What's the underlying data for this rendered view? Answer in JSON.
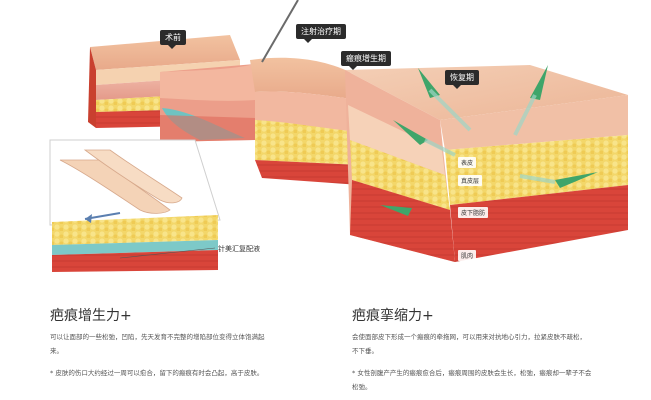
{
  "stage_tags": {
    "preop": "术前",
    "injection": "注射治疗期",
    "scar_growth": "瘢痕增生期",
    "recovery": "恢复期"
  },
  "layer_labels": {
    "epidermis": "表皮",
    "dermis": "真皮层",
    "subcutaneous_fat": "皮下脂肪",
    "muscle": "肌肉"
  },
  "inset_label": "针美汇复配液",
  "left_section": {
    "title": "疤痕增生力+",
    "desc": "可以让面部的一些松弛，凹陷，先天发育不完整的增陷部位变得立体饱满起来。",
    "note": "* 皮肤的伤口大约经过一周可以愈合，留下的瘢痕有时会凸起，高于皮肤。"
  },
  "right_section": {
    "title": "疤痕挛缩力+",
    "desc": "会使面部皮下形成一个瘢痕的牵拖网，可以用来对抗地心引力，拉紧皮肤不疏松，不下垂。",
    "note": "* 女性剖腹产产生的瘢痕愈合后，瘢痕周围的皮肤会生长，松弛，瘢痕却一辈子不会松弛。"
  }
}
